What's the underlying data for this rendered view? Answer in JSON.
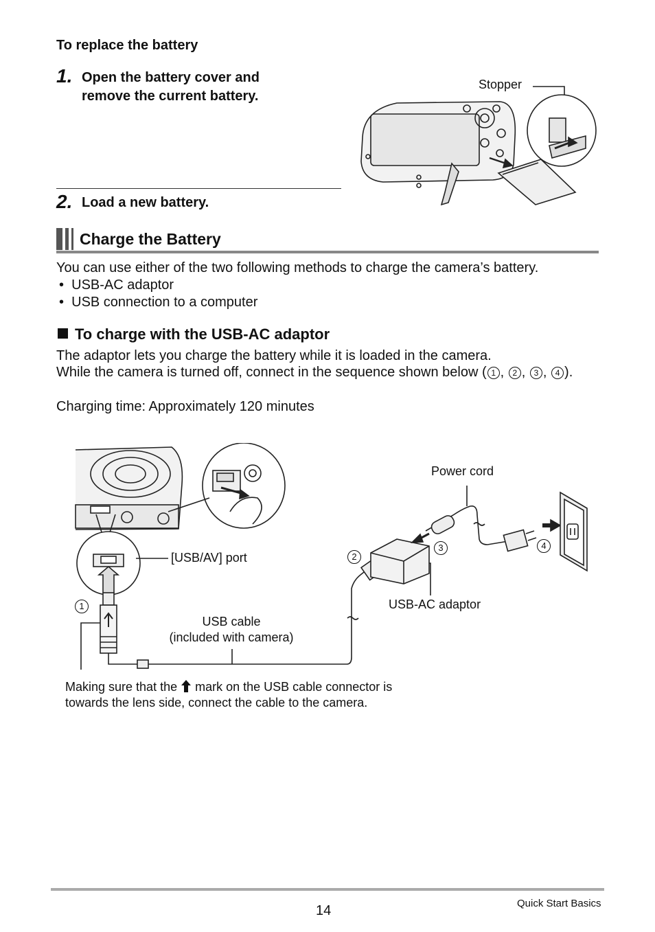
{
  "replace": {
    "heading": "To replace the battery",
    "steps": [
      {
        "num": "1.",
        "text_line1": "Open the battery cover and",
        "text_line2": "remove the current battery."
      },
      {
        "num": "2.",
        "text": "Load a new battery."
      }
    ],
    "stopper_label": "Stopper"
  },
  "charge": {
    "section_title": "Charge the Battery",
    "intro": "You can use either of the two following methods to charge the camera’s battery.",
    "methods": [
      "USB-AC adaptor",
      "USB connection to a computer"
    ],
    "sub_heading": "To charge with the USB-AC adaptor",
    "para1": "The adaptor lets you charge the battery while it is loaded in the camera.",
    "para2_prefix": "While the camera is turned off, connect in the sequence shown below (",
    "seq": [
      "1",
      "2",
      "3",
      "4"
    ],
    "para2_suffix": ").",
    "charging_time": "Charging time: Approximately 120 minutes"
  },
  "figure": {
    "power_cord": "Power cord",
    "usb_av_port": "[USB/AV] port",
    "usb_cable_line1": "USB cable",
    "usb_cable_line2": "(included with camera)",
    "usb_ac_adaptor": "USB-AC adaptor",
    "marker_1": "1",
    "marker_2": "2",
    "marker_3": "3",
    "marker_4": "4",
    "note_prefix": "Making sure that the",
    "note_suffix": "mark on the USB cable connector is",
    "note_line2": "towards the lens side, connect the cable to the camera."
  },
  "footer": {
    "page_number": "14",
    "section": "Quick Start Basics"
  }
}
